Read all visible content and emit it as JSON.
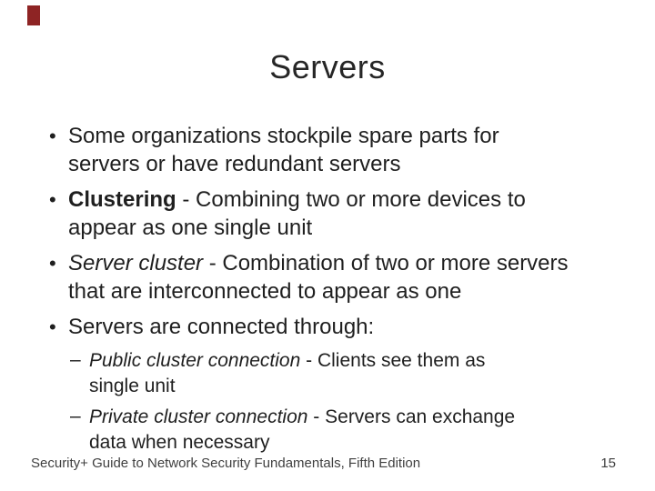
{
  "slide": {
    "title": "Servers",
    "accent_color": "#8e2424",
    "background_color": "#ffffff",
    "text_color": "#1f1f1f"
  },
  "markers": {
    "level1": "•",
    "level2": "–"
  },
  "bullets": [
    {
      "level": 1,
      "runs": [
        {
          "style": "normal",
          "text": "Some organizations stockpile spare parts for\nservers or have redundant servers"
        }
      ]
    },
    {
      "level": 1,
      "runs": [
        {
          "style": "bold",
          "text": "Clustering"
        },
        {
          "style": "normal",
          "text": " - Combining two or more devices to\nappear as one single unit"
        }
      ]
    },
    {
      "level": 1,
      "runs": [
        {
          "style": "italic",
          "text": "Server cluster"
        },
        {
          "style": "normal",
          "text": " - Combination of two or more servers\nthat are interconnected to appear as one"
        }
      ]
    },
    {
      "level": 1,
      "runs": [
        {
          "style": "normal",
          "text": "Servers are connected through:"
        }
      ]
    },
    {
      "level": 2,
      "runs": [
        {
          "style": "italic",
          "text": "Public cluster connection"
        },
        {
          "style": "normal",
          "text": " - Clients see them as\nsingle unit"
        }
      ]
    },
    {
      "level": 2,
      "runs": [
        {
          "style": "italic",
          "text": "Private cluster connection"
        },
        {
          "style": "normal",
          "text": " - Servers can exchange\ndata when necessary"
        }
      ]
    }
  ],
  "footer": {
    "text": "Security+ Guide to Network Security Fundamentals, Fifth Edition",
    "page_number": "15"
  }
}
